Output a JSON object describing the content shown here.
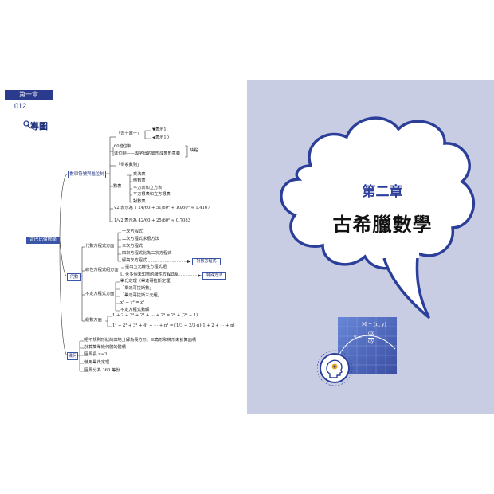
{
  "header": {
    "chapter_tag": "第一章",
    "page_number": "012"
  },
  "left": {
    "section_title": "導圖",
    "root": "古巴比倫數學",
    "branches": {
      "b1": "數學符號與進位制",
      "b2": "代數",
      "b3": "幾何"
    },
    "b1_items": {
      "ten_one": "「逢十進一」",
      "mark1": "▼表示1",
      "mark10": "◀表示10",
      "base60": "60進位制",
      "place": "進位制——與字母的變形成象形意義",
      "drawback": "缺點",
      "sexa_num": "「零系數列」",
      "tables_label": "數表",
      "tables": [
        "乘法表",
        "倒數表",
        "平方表和立方表",
        "平方根表和立方根表",
        "對數表"
      ],
      "sqrt2": "√2 表示為 1 24/60 + 51/60² + 10/60³ ≈ 1.4167",
      "sqrt2b": "1/√2 表示為 42/60 + 25/60² ≈ 0.7083"
    },
    "b2_items": {
      "eq_label": "代數方程式方面",
      "eq": [
        "一次方程式",
        "二次方程式求根方法",
        "三次方程式",
        "四次方程式化為二次方程式",
        "解高次方程式"
      ],
      "eq_tag": "對數方程式",
      "linear_label": "線性方程式組方面",
      "linear": [
        "提出五元線性方程式組",
        "含多個未知數的線性方程式組"
      ],
      "linear_tag": "特殊方法",
      "indet_label": "不定方程式方面",
      "indet": [
        "畢氏定理（畢達哥拉斯定理）",
        "「畢達哥拉斯數」",
        "「畢達哥拉斯三元組」",
        "x² + y² = z²",
        "不定方程式數解"
      ],
      "series_label": "級數方面",
      "series1": "1 + 2 + 2² + 2³ + ⋯ + 2⁹ = 2⁹ + (2⁹ − 1)",
      "series2": "1² + 2² + 3² + 4² + ⋯ + n² = (1/3 + 2/3·n)(1 + 2 + ⋯ + n)"
    },
    "b3_items": [
      "把不規則形狀的田地分解為長方形、三角形和梯形來計算面積",
      "計算簡單幾何體的體積",
      "圓周長 π≈3",
      "使用畢氏定理",
      "圓周分為 360 等份"
    ]
  },
  "right": {
    "chapter_number": "第二章",
    "chapter_title": "古希臘數學",
    "formula_top": "M + (n, y)",
    "formula_frac_top": "dx",
    "formula_frac_bot": "dy",
    "formula_frac_lbl": "y =",
    "icon": "thinking-head-icon",
    "colors": {
      "panel": "#c8cde4",
      "cloud_outline": "#2b3f9a",
      "accent": "#2b3f9a"
    }
  }
}
